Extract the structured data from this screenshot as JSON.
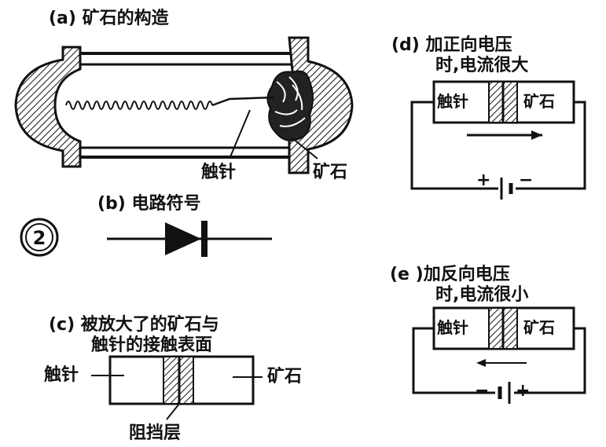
{
  "panel_a": {
    "title": "(a) 矿石的构造",
    "label_needle": "触针",
    "label_ore": "矿石"
  },
  "panel_b": {
    "title": "(b) 电路符号"
  },
  "figure_number": "2",
  "panel_c": {
    "title_line1": "(c) 被放大了的矿石与",
    "title_line2": "触针的接触表面",
    "label_needle": "触针",
    "label_ore": "矿石",
    "label_barrier": "阻挡层"
  },
  "panel_d": {
    "title_line1": "(d) 加正向电压",
    "title_line2": "时,电流很大",
    "label_needle": "触针",
    "label_ore": "矿石",
    "plus": "+",
    "minus": "−"
  },
  "panel_e": {
    "title_line1": "(e )加反向电压",
    "title_line2": "时,电流很小",
    "label_needle": "触针",
    "label_ore": "矿石",
    "plus": "+",
    "minus": "−"
  }
}
